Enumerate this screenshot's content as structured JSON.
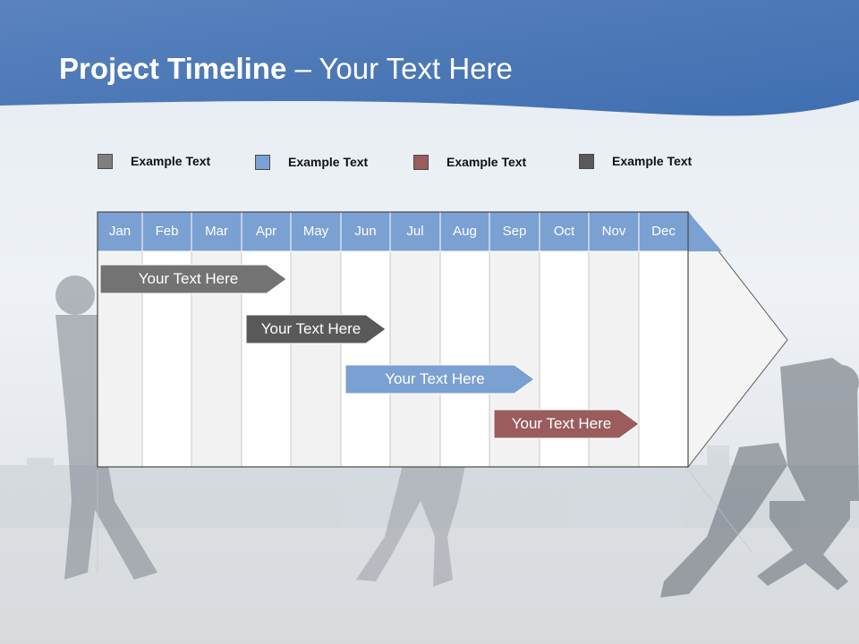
{
  "slide": {
    "title_bold": "Project Timeline",
    "title_rest": " – Your Text Here"
  },
  "legend": [
    {
      "label": "Example Text",
      "color": "#7f7f7f"
    },
    {
      "label": "Example Text",
      "color": "#7ba0d2"
    },
    {
      "label": "Example Text",
      "color": "#9a5c5c"
    },
    {
      "label": "Example Text",
      "color": "#595959"
    }
  ],
  "months": [
    "Jan",
    "Feb",
    "Mar",
    "Apr",
    "May",
    "Jun",
    "Jul",
    "Aug",
    "Sep",
    "Oct",
    "Nov",
    "Dec"
  ],
  "tasks": [
    {
      "label": "Your  Text Here",
      "color": "#737373",
      "start_month": "Jan",
      "end_month": "Apr"
    },
    {
      "label": "Your  Text Here",
      "color": "#595959",
      "start_month": "Apr",
      "end_month": "Jun"
    },
    {
      "label": "Your  Text Here",
      "color": "#7ba0d2",
      "start_month": "Jun",
      "end_month": "Sep"
    },
    {
      "label": "Your  Text Here",
      "color": "#9a5c5c",
      "start_month": "Sep",
      "end_month": "Dec"
    }
  ],
  "colors": {
    "header_blue": "#4a78b8",
    "month_header": "#7ba0d2"
  }
}
